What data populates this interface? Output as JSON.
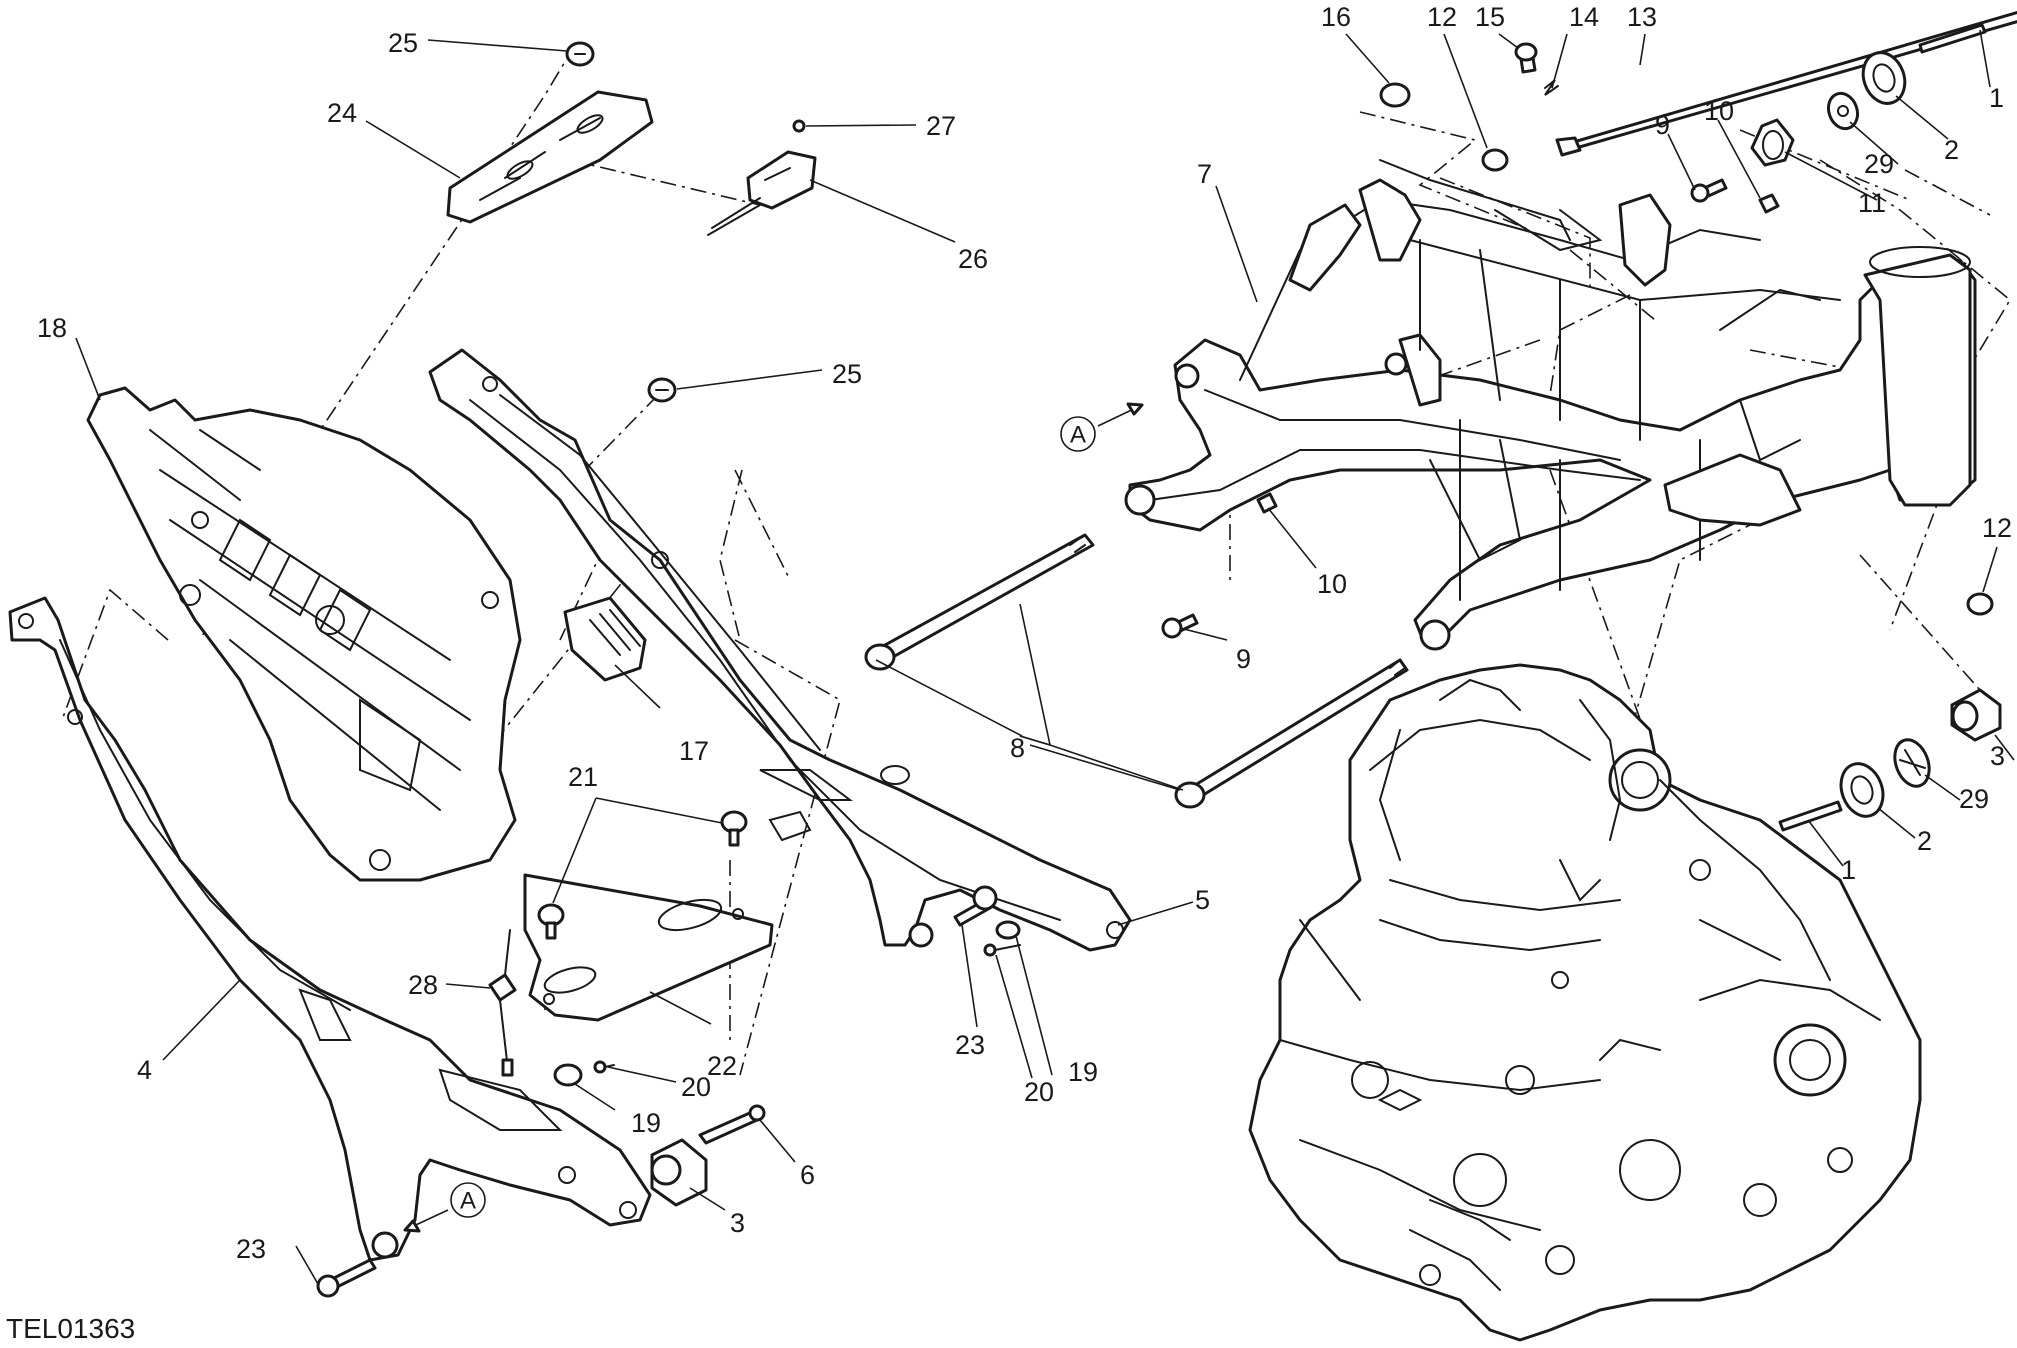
{
  "drawing_code": "TEL01363",
  "reference_marker": "A",
  "callouts": [
    {
      "id": "c25a",
      "label": "25"
    },
    {
      "id": "c24",
      "label": "24"
    },
    {
      "id": "c27",
      "label": "27"
    },
    {
      "id": "c26",
      "label": "26"
    },
    {
      "id": "c18",
      "label": "18"
    },
    {
      "id": "c25b",
      "label": "25"
    },
    {
      "id": "c17",
      "label": "17"
    },
    {
      "id": "c21",
      "label": "21"
    },
    {
      "id": "c28",
      "label": "28"
    },
    {
      "id": "c22",
      "label": "22"
    },
    {
      "id": "c4",
      "label": "4"
    },
    {
      "id": "c20a",
      "label": "20"
    },
    {
      "id": "c19a",
      "label": "19"
    },
    {
      "id": "c6",
      "label": "6"
    },
    {
      "id": "c3a",
      "label": "3"
    },
    {
      "id": "c23a",
      "label": "23"
    },
    {
      "id": "c5",
      "label": "5"
    },
    {
      "id": "c19b",
      "label": "19"
    },
    {
      "id": "c20b",
      "label": "20"
    },
    {
      "id": "c23b",
      "label": "23"
    },
    {
      "id": "c16",
      "label": "16"
    },
    {
      "id": "c12a",
      "label": "12"
    },
    {
      "id": "c15",
      "label": "15"
    },
    {
      "id": "c14",
      "label": "14"
    },
    {
      "id": "c13",
      "label": "13"
    },
    {
      "id": "c1a",
      "label": "1"
    },
    {
      "id": "c2a",
      "label": "2"
    },
    {
      "id": "c29a",
      "label": "29"
    },
    {
      "id": "c11",
      "label": "11"
    },
    {
      "id": "c9a",
      "label": "9"
    },
    {
      "id": "c10a",
      "label": "10"
    },
    {
      "id": "c7",
      "label": "7"
    },
    {
      "id": "c10b",
      "label": "10"
    },
    {
      "id": "c9b",
      "label": "9"
    },
    {
      "id": "c12b",
      "label": "12"
    },
    {
      "id": "c8",
      "label": "8"
    },
    {
      "id": "c3b",
      "label": "3"
    },
    {
      "id": "c29b",
      "label": "29"
    },
    {
      "id": "c2b",
      "label": "2"
    },
    {
      "id": "c1b",
      "label": "1"
    }
  ]
}
